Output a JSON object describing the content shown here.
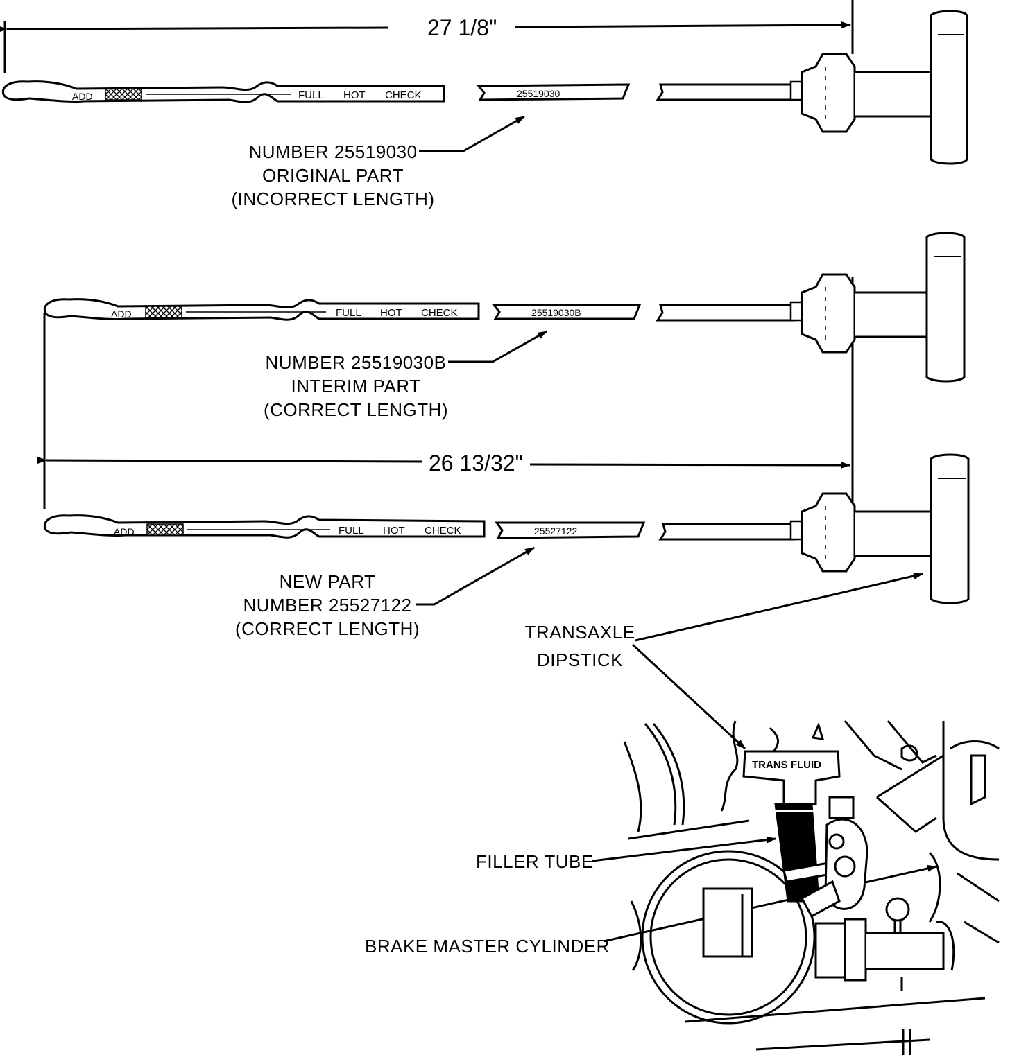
{
  "dimensions": {
    "top_length": "27 1/8\"",
    "bottom_length": "26 13/32\""
  },
  "dipstick_markings": {
    "add": "ADD",
    "full": "FULL",
    "hot": "HOT",
    "check": "CHECK"
  },
  "parts": [
    {
      "stamp": "25519030",
      "line1": "NUMBER 25519030",
      "line2": "ORIGINAL PART",
      "line3": "(INCORRECT LENGTH)"
    },
    {
      "stamp": "25519030B",
      "line1": "NUMBER 25519030B",
      "line2": "INTERIM PART",
      "line3": "(CORRECT LENGTH)"
    },
    {
      "stamp": "25527122",
      "line1": "NEW PART",
      "line2": "NUMBER 25527122",
      "line3": "(CORRECT  LENGTH)"
    }
  ],
  "callouts": {
    "dipstick_line1": "TRANSAXLE",
    "dipstick_line2": "DIPSTICK",
    "filler_tube": "FILLER TUBE",
    "brake_master_cylinder": "BRAKE MASTER CYLINDER",
    "trans_fluid_label": "TRANS FLUID"
  }
}
